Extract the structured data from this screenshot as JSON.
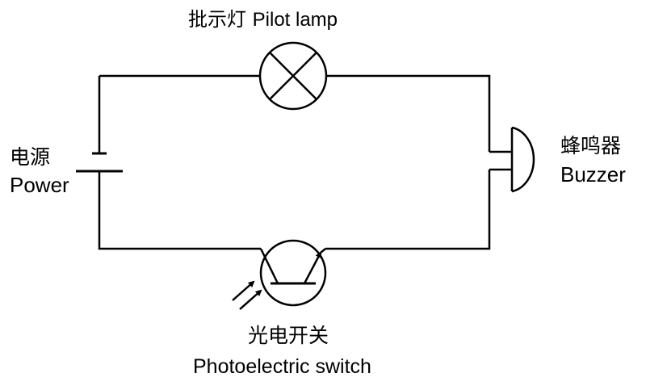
{
  "components": {
    "pilot_lamp": {
      "label_cn": "批示灯",
      "label_en": "Pilot lamp"
    },
    "power": {
      "label_cn": "电源",
      "label_en": "Power"
    },
    "buzzer": {
      "label_cn": "蜂鸣器",
      "label_en": "Buzzer"
    },
    "photoelectric_switch": {
      "label_cn": "光电开关",
      "label_en": "Photoelectric switch"
    }
  },
  "colors": {
    "line": "#000000",
    "background": "#ffffff"
  }
}
